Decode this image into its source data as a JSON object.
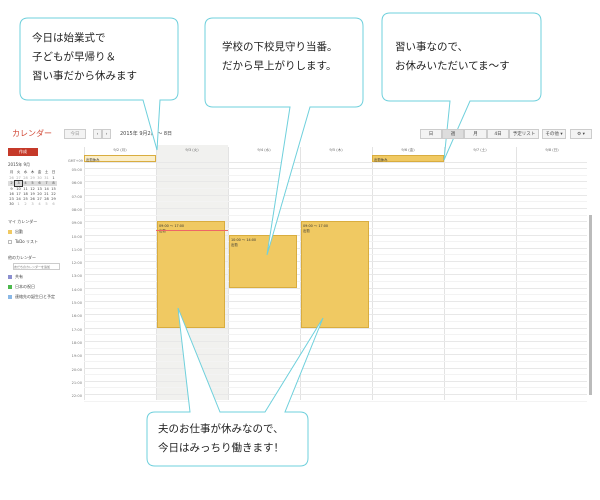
{
  "app": {
    "title": "カレンダー",
    "create": "作成",
    "today": "今日",
    "range": "2015年 9月2日 ～ 8日"
  },
  "views": [
    "日",
    "週",
    "月",
    "4日",
    "予定リスト"
  ],
  "more": "その他 ▾",
  "settings": "⚙ ▾",
  "mini": {
    "title": "2015年 9月",
    "weekdays": [
      "月",
      "火",
      "水",
      "木",
      "金",
      "土",
      "日"
    ],
    "weeks": [
      [
        "26",
        "27",
        "28",
        "29",
        "30",
        "31",
        "1"
      ],
      [
        "2",
        "3",
        "4",
        "5",
        "6",
        "7",
        "8"
      ],
      [
        "9",
        "10",
        "11",
        "12",
        "13",
        "14",
        "15"
      ],
      [
        "16",
        "17",
        "18",
        "19",
        "20",
        "21",
        "22"
      ],
      [
        "23",
        "24",
        "25",
        "26",
        "27",
        "28",
        "29"
      ],
      [
        "30",
        "1",
        "2",
        "3",
        "4",
        "5",
        "6"
      ]
    ]
  },
  "my_calendars": {
    "title": "マイ カレンダー",
    "items": [
      {
        "label": "出勤",
        "color": "#f0c962"
      },
      {
        "label": "ToDo リスト",
        "color": "#ffffff"
      }
    ]
  },
  "other_calendars": {
    "title": "他のカレンダー",
    "placeholder": "友だちのカレンダーを追加",
    "items": [
      {
        "label": "共有",
        "color": "#8b8fcf"
      },
      {
        "label": "日本の祝日",
        "color": "#4cb84c"
      },
      {
        "label": "連絡先の誕生日と予定",
        "color": "#8ab8e6"
      }
    ]
  },
  "timezone": "GMT+09",
  "days": [
    "9/2 (月)",
    "9/3 (火)",
    "9/4 (水)",
    "9/5 (木)",
    "9/6 (金)",
    "9/7 (土)",
    "9/8 (日)"
  ],
  "hours": [
    "05:00",
    "06:00",
    "07:00",
    "08:00",
    "09:00",
    "10:00",
    "11:00",
    "12:00",
    "13:00",
    "14:00",
    "15:00",
    "16:00",
    "17:00",
    "18:00",
    "19:00",
    "20:00",
    "21:00",
    "22:00"
  ],
  "allday": [
    {
      "day": 0,
      "title": "出勤休み",
      "color": "#fbeec9"
    },
    {
      "day": 4,
      "title": "出勤休み",
      "color": "#f0c962"
    }
  ],
  "events": [
    {
      "day": 1,
      "start": 9,
      "end": 17,
      "time": "09:00 ～ 17:00",
      "title": "出勤"
    },
    {
      "day": 2,
      "start": 10,
      "end": 14,
      "time": "10:00 ～ 14:00",
      "title": "出勤"
    },
    {
      "day": 3,
      "start": 9,
      "end": 17,
      "time": "09:00 ～ 17:00",
      "title": "出勤"
    }
  ],
  "bubbles": [
    [
      "今日は始業式で",
      "子どもが早帰り＆",
      "習い事だから休みます"
    ],
    [
      "学校の下校見守り当番。",
      "だから早上がりします。"
    ],
    [
      "習い事なので、",
      "お休みいただいてま～す"
    ],
    [
      "夫のお仕事が休みなので、",
      "今日はみっちり働きます！"
    ]
  ]
}
